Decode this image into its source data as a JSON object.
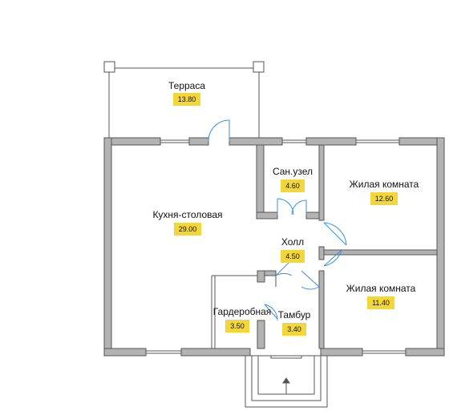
{
  "plan": {
    "colors": {
      "wall": "#b3b3b3",
      "wall_stroke": "#555555",
      "line": "#555555",
      "door": "#3d8fd6",
      "label_bg": "#f2d63a"
    },
    "rooms": [
      {
        "name": "Терраса",
        "area": "13.80"
      },
      {
        "name": "Сан.узел",
        "area": "4.60"
      },
      {
        "name": "Жилая комната",
        "area": "12.60"
      },
      {
        "name": "Кухня-столовая",
        "area": "29.00"
      },
      {
        "name": "Холл",
        "area": "4.50"
      },
      {
        "name": "Жилая комната",
        "area": "11.40"
      },
      {
        "name": "Гардеробная",
        "area": "3.50"
      },
      {
        "name": "Тамбур",
        "area": "3.40"
      }
    ]
  }
}
